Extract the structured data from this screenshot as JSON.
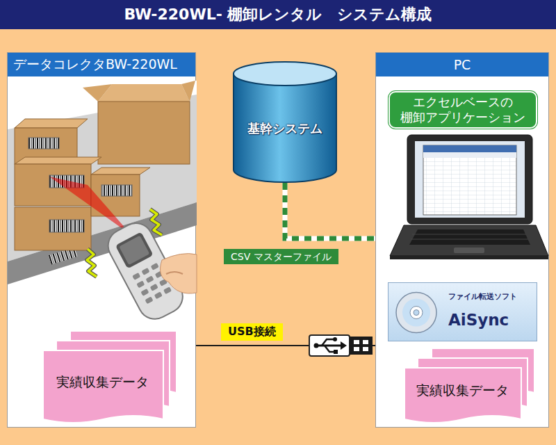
{
  "diagram": {
    "title": "BW-220WL- 棚卸レンタル　システム構成",
    "nodes": [
      {
        "text": [
          "データコレクタBW-220WL"
        ]
      },
      {
        "text": [
          "実績収集データ"
        ],
        "in": 0
      },
      {
        "text": [
          "基幹システム"
        ]
      },
      {
        "text": [
          "PC"
        ]
      },
      {
        "text": [
          "エクセルベースの 棚卸アプリケーション"
        ],
        "in": 3
      },
      {
        "text": [
          "ファイル転送ソフト",
          "AiSync"
        ],
        "in": 3
      },
      {
        "text": [
          "実績収集データ"
        ],
        "in": 3
      }
    ],
    "edges": [
      {
        "from": 2,
        "to": 3,
        "label": "CSV マスターファイル",
        "arrow": "none"
      },
      {
        "from": 0,
        "to": 3,
        "label": "USB接続",
        "arrow": "none"
      }
    ]
  }
}
